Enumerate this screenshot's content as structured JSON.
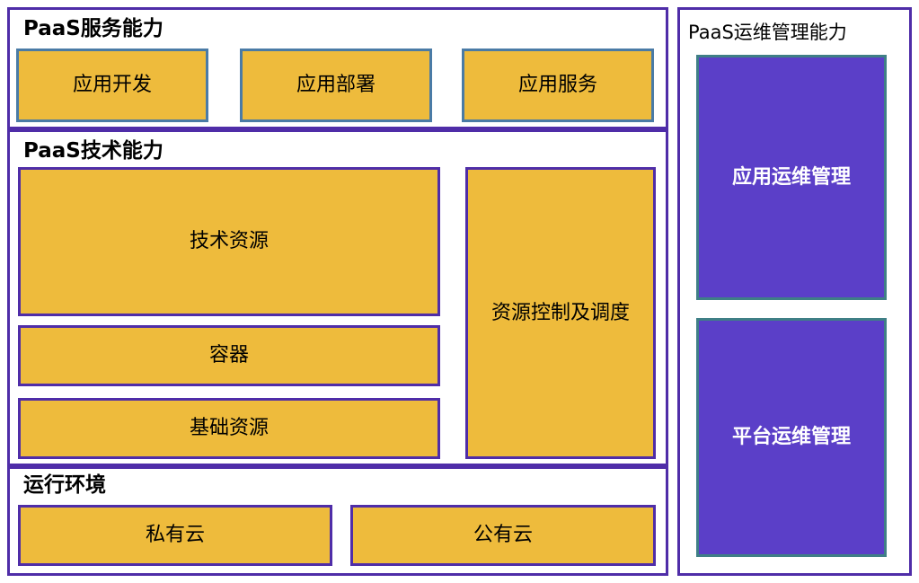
{
  "diagram": {
    "colors": {
      "frame_purple": "#4f2da8",
      "box_gold_fill": "#eebb3c",
      "box_gold_border_teal": "#4a7ba6",
      "box_gold_border_purple": "#4f2da8",
      "box_purple_fill": "#5b3fc8",
      "box_purple_border": "#3f7f86",
      "text_dark": "#000000",
      "text_light": "#ffffff",
      "background": "#ffffff"
    },
    "left_panel": {
      "sections": [
        {
          "title": "PaaS服务能力",
          "boxes": [
            {
              "label": "应用开发"
            },
            {
              "label": "应用部署"
            },
            {
              "label": "应用服务"
            }
          ]
        },
        {
          "title": "PaaS技术能力",
          "boxes": [
            {
              "label": "技术资源"
            },
            {
              "label": "容器"
            },
            {
              "label": "基础资源"
            },
            {
              "label": "资源控制及调度"
            }
          ]
        },
        {
          "title": "运行环境",
          "boxes": [
            {
              "label": "私有云"
            },
            {
              "label": "公有云"
            }
          ]
        }
      ]
    },
    "right_panel": {
      "title": "PaaS运维管理能力",
      "boxes": [
        {
          "label": "应用运维管理"
        },
        {
          "label": "平台运维管理"
        }
      ]
    }
  }
}
